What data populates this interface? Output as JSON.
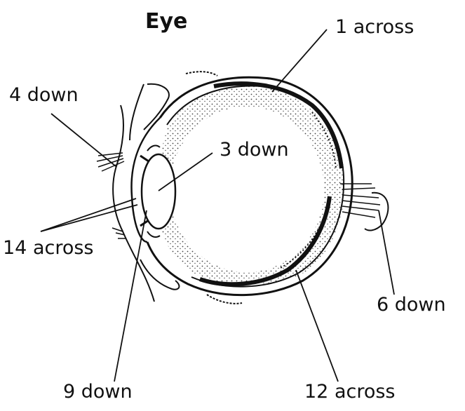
{
  "title": "Eye",
  "labels": {
    "one_across": "1 across",
    "four_down": "4 down",
    "three_down": "3 down",
    "fourteen_across": "14 across",
    "six_down": "6 down",
    "nine_down": "9 down",
    "twelve_across": "12 across"
  }
}
